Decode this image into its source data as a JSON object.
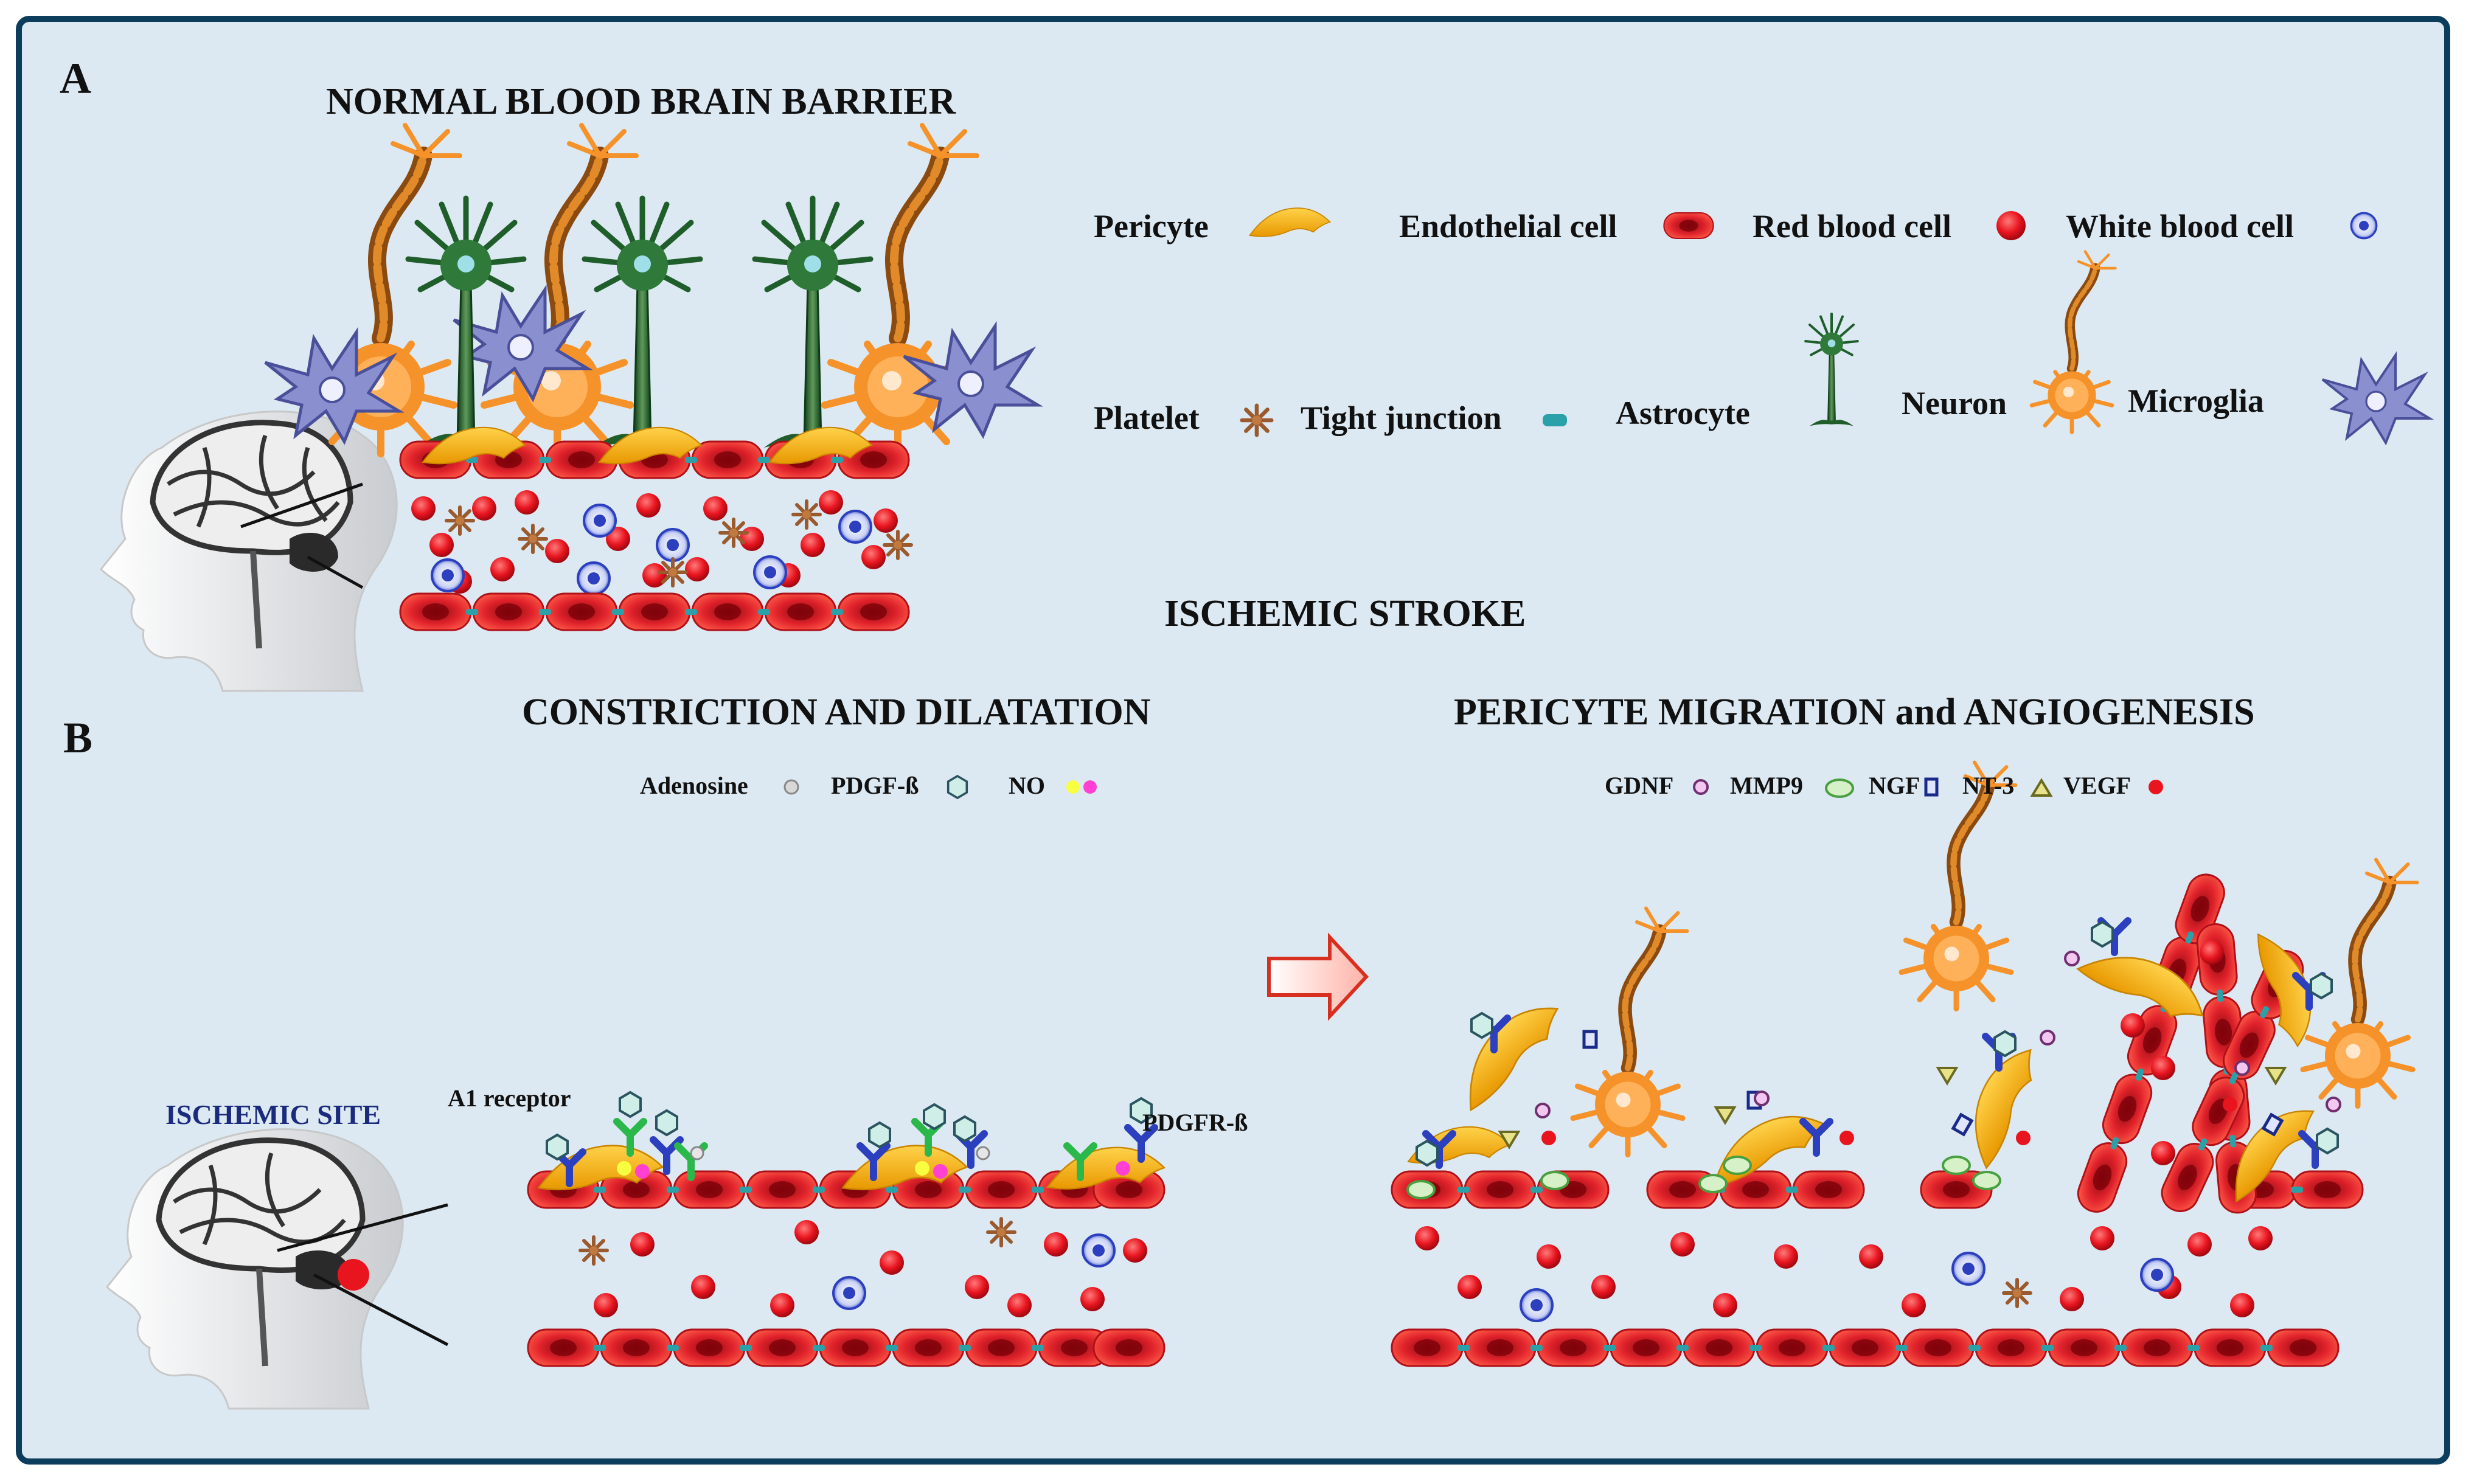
{
  "panel_a": {
    "letter": "A",
    "title": "NORMAL BLOOD BRAIN BARRIER",
    "legend": [
      {
        "label": "Pericyte",
        "icon": "pericyte-icon"
      },
      {
        "label": "Endothelial cell",
        "icon": "endothelial-cell-icon"
      },
      {
        "label": "Red blood cell",
        "icon": "red-blood-cell-icon"
      },
      {
        "label": "White blood cell",
        "icon": "white-blood-cell-icon"
      },
      {
        "label": "Platelet",
        "icon": "platelet-icon"
      },
      {
        "label": "Tight junction",
        "icon": "tight-junction-icon"
      },
      {
        "label": "Astrocyte",
        "icon": "astrocyte-icon"
      },
      {
        "label": "Neuron",
        "icon": "neuron-icon"
      },
      {
        "label": "Microglia",
        "icon": "microglia-icon"
      }
    ]
  },
  "center_title": "ISCHEMIC STROKE",
  "panel_b": {
    "letter": "B",
    "left_title": "CONSTRICTION AND DILATATION",
    "right_title": "PERICYTE MIGRATION and ANGIOGENESIS",
    "left_molecules": [
      {
        "label": "Adenosine",
        "icon": "adenosine-icon"
      },
      {
        "label": "PDGF-ß",
        "icon": "pdgf-icon"
      },
      {
        "label": "NO",
        "icon": "no-icon"
      }
    ],
    "right_molecules": [
      {
        "label": "GDNF",
        "icon": "gdnf-icon"
      },
      {
        "label": "MMP9",
        "icon": "mmp9-icon"
      },
      {
        "label": "NGF",
        "icon": "ngf-icon"
      },
      {
        "label": "NT-3",
        "icon": "nt3-icon"
      },
      {
        "label": "VEGF",
        "icon": "vegf-icon"
      }
    ],
    "site_label": "ISCHEMIC SITE",
    "receptor_label": "A1 receptor",
    "pdgfr_label": "PDGFR-ß"
  },
  "colors": {
    "background": "#dce9f2",
    "border": "#0d3d5c",
    "endothelial": "#e0222b",
    "rbc": "#e8151f",
    "pericyte": "#f5b400",
    "astrocyte": "#1f5e2a",
    "neuron": "#f5922a",
    "microglia": "#7f84c6",
    "wbc": "#2b3fbf"
  }
}
